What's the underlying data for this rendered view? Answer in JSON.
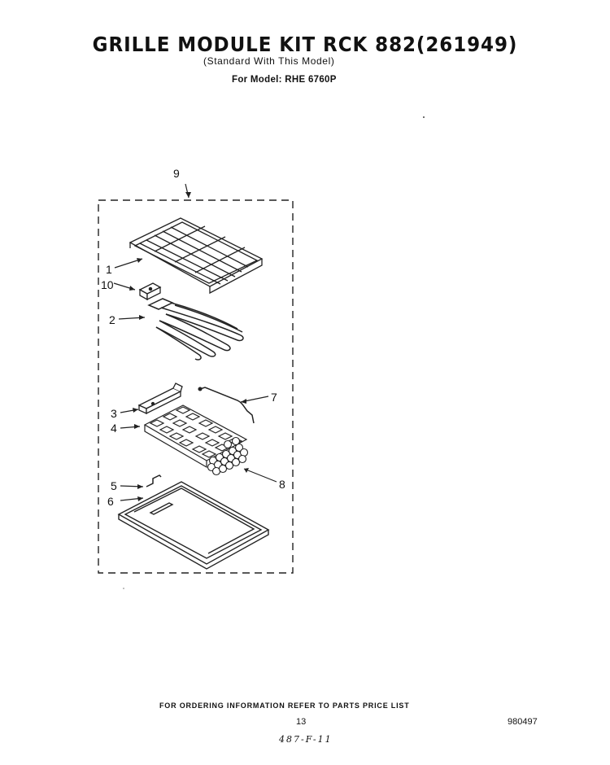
{
  "header": {
    "title": "GRILLE MODULE KIT  RCK 882(261949)",
    "subtitle": "(Standard With This Model)",
    "model_line": "For Model: RHE 6760P"
  },
  "callouts": {
    "c1": "1",
    "c2": "2",
    "c3": "3",
    "c4": "4",
    "c5": "5",
    "c6": "6",
    "c7": "7",
    "c8": "8",
    "c9": "9",
    "c10": "10"
  },
  "footer": {
    "ordering_note": "FOR ORDERING INFORMATION REFER TO PARTS PRICE LIST",
    "page_number": "13",
    "doc_number": "980497",
    "handwritten": "487-F-11"
  }
}
